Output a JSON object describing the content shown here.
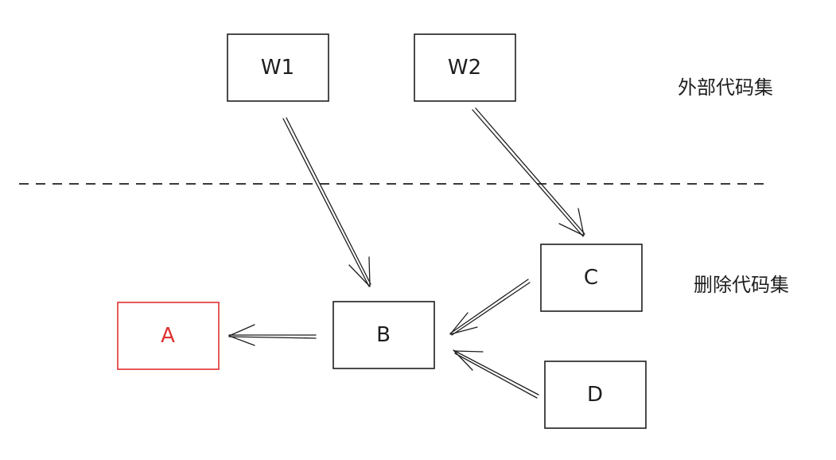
{
  "regions": {
    "external": {
      "label": "外部代码集"
    },
    "deleted": {
      "label": "删除代码集"
    }
  },
  "nodes": {
    "w1": {
      "label": "W1"
    },
    "w2": {
      "label": "W2"
    },
    "a": {
      "label": "A"
    },
    "b": {
      "label": "B"
    },
    "c": {
      "label": "C"
    },
    "d": {
      "label": "D"
    }
  },
  "edges": [
    {
      "from": "W1",
      "to": "B"
    },
    {
      "from": "W2",
      "to": "C"
    },
    {
      "from": "C",
      "to": "B"
    },
    {
      "from": "D",
      "to": "B"
    },
    {
      "from": "B",
      "to": "A"
    }
  ],
  "colors": {
    "stroke": "#1e1e1e",
    "highlight": "#e03131"
  }
}
